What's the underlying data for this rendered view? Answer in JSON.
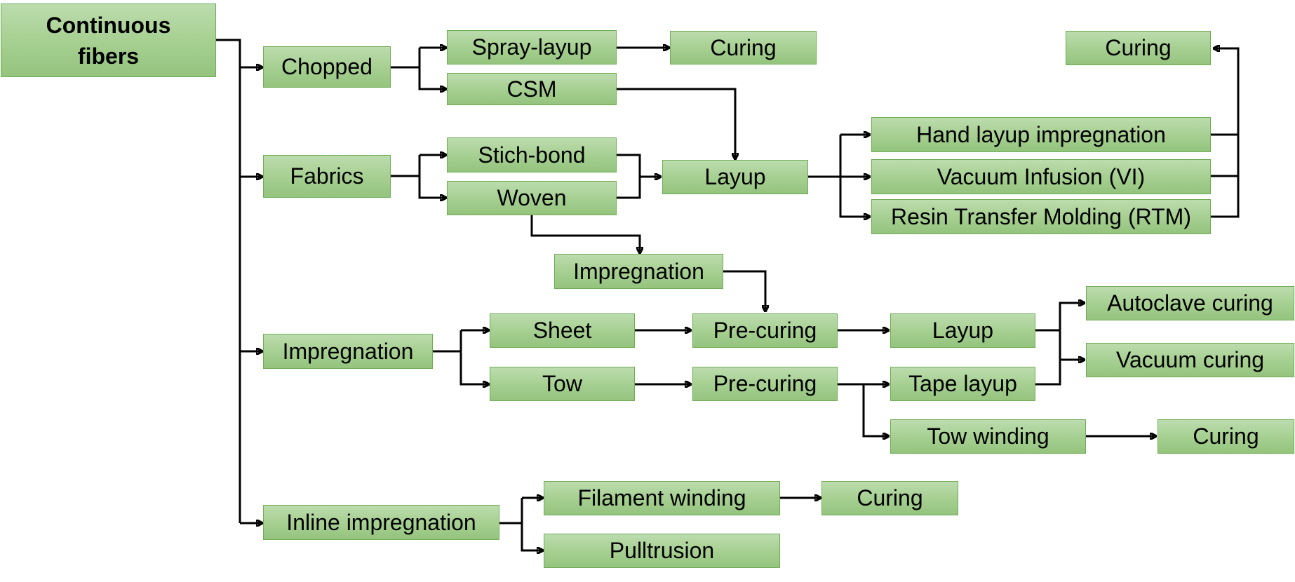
{
  "nodes": {
    "continuous_fibers": [
      "Continuous",
      "fibers"
    ],
    "chopped": "Chopped",
    "fabrics": "Fabrics",
    "impregnation_main": "Impregnation",
    "inline_impregnation": "Inline impregnation",
    "spray_layup": "Spray-layup",
    "csm": "CSM",
    "curing_spray": "Curing",
    "stich_bond": "Stich-bond",
    "woven": "Woven",
    "layup_fabric": "Layup",
    "hand_layup": "Hand layup impregnation",
    "vacuum_infusion": "Vacuum Infusion (VI)",
    "rtm": "Resin Transfer Molding (RTM)",
    "curing_top": "Curing",
    "impregnation_woven": "Impregnation",
    "sheet": "Sheet",
    "tow": "Tow",
    "precuring_sheet": "Pre-curing",
    "precuring_tow": "Pre-curing",
    "layup_sheet": "Layup",
    "tape_layup": "Tape layup",
    "tow_winding": "Tow winding",
    "autoclave_curing": "Autoclave curing",
    "vacuum_curing": "Vacuum curing",
    "curing_tow_winding": "Curing",
    "filament_winding": "Filament winding",
    "curing_filament": "Curing",
    "pulltrusion": "Pulltrusion"
  },
  "colors": {
    "box_fill_top": "#bcdcae",
    "box_fill_bottom": "#94c47e",
    "box_border": "#6fac55",
    "connector": "#000000"
  }
}
